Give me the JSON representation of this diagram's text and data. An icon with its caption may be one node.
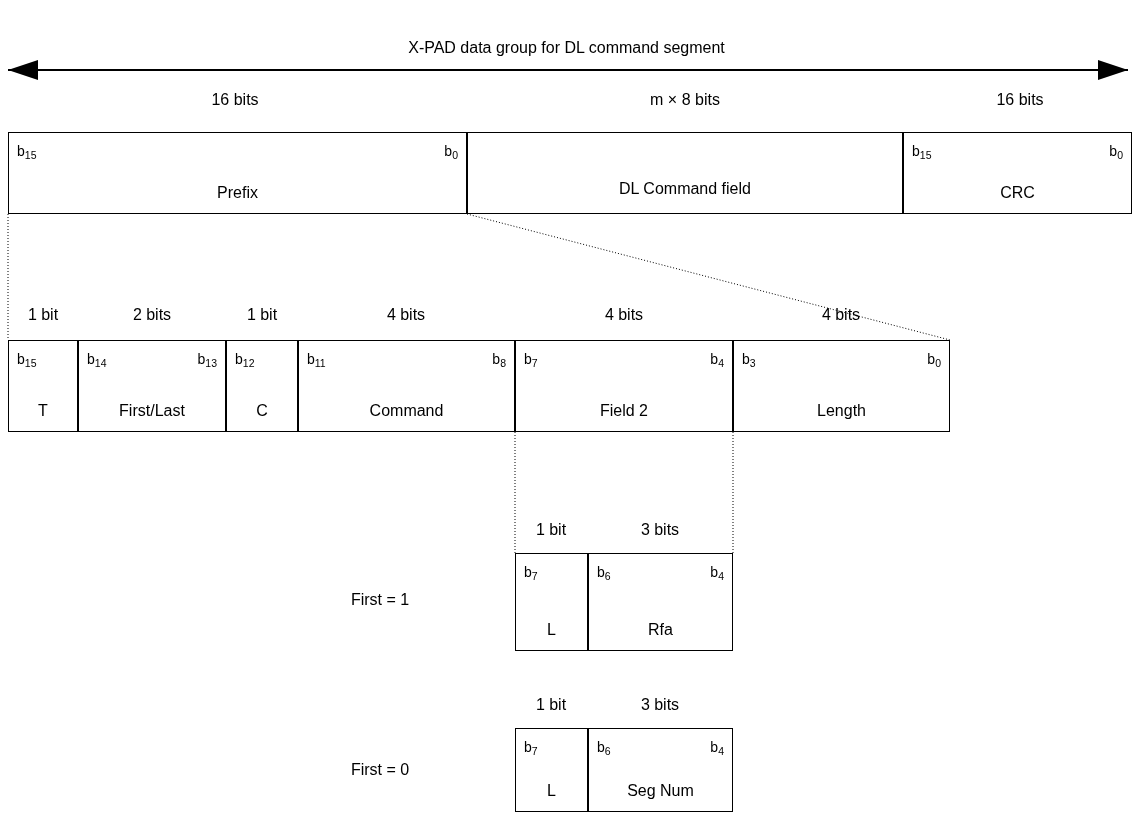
{
  "diagram": {
    "title": "X-PAD data group for DL command segment",
    "nodes": [
      {
        "text": [
          "b$_{15}$",
          "b$_{0}$",
          "Prefix"
        ]
      },
      {
        "text": [
          "DL Command field"
        ]
      },
      {
        "text": [
          "b$_{15}$",
          "b$_{0}$",
          "CRC"
        ]
      },
      {
        "text": [
          "b$_{15}$",
          "T"
        ]
      },
      {
        "text": [
          "b$_{14}$",
          "b$_{13}$",
          "First/Last"
        ]
      },
      {
        "text": [
          "b$_{12}$",
          "C"
        ]
      },
      {
        "text": [
          "b$_{11}$",
          "b$_{8}$",
          "Command"
        ]
      },
      {
        "text": [
          "b$_{7}$",
          "b$_{4}$",
          "Field 2"
        ]
      },
      {
        "text": [
          "b$_{3}$",
          "b$_{0}$",
          "Length"
        ]
      },
      {
        "text": [
          "b$_{7}$",
          "L"
        ]
      },
      {
        "text": [
          "b$_{6}$",
          "b$_{4}$",
          "Rfa"
        ]
      },
      {
        "text": [
          "b$_{7}$",
          "L"
        ]
      },
      {
        "text": [
          "b$_{6}$",
          "b$_{4}$",
          "Seg Num"
        ]
      }
    ],
    "edges": [
      {
        "from": 0,
        "to": 3,
        "arrow": "none",
        "style": "dashed"
      },
      {
        "from": 0,
        "to": 8,
        "arrow": "none",
        "style": "dashed"
      },
      {
        "from": 7,
        "to": 9,
        "arrow": "none",
        "style": "dashed"
      },
      {
        "from": 7,
        "to": 10,
        "arrow": "none",
        "style": "dashed"
      }
    ],
    "labels": [
      "16 bits",
      "m × 8 bits",
      "16 bits",
      "1 bit",
      "2 bits",
      "1 bit",
      "4 bits",
      "4 bits",
      "4 bits",
      "1 bit",
      "3 bits",
      "First = 1",
      "1 bit",
      "3 bits",
      "First = 0"
    ]
  }
}
